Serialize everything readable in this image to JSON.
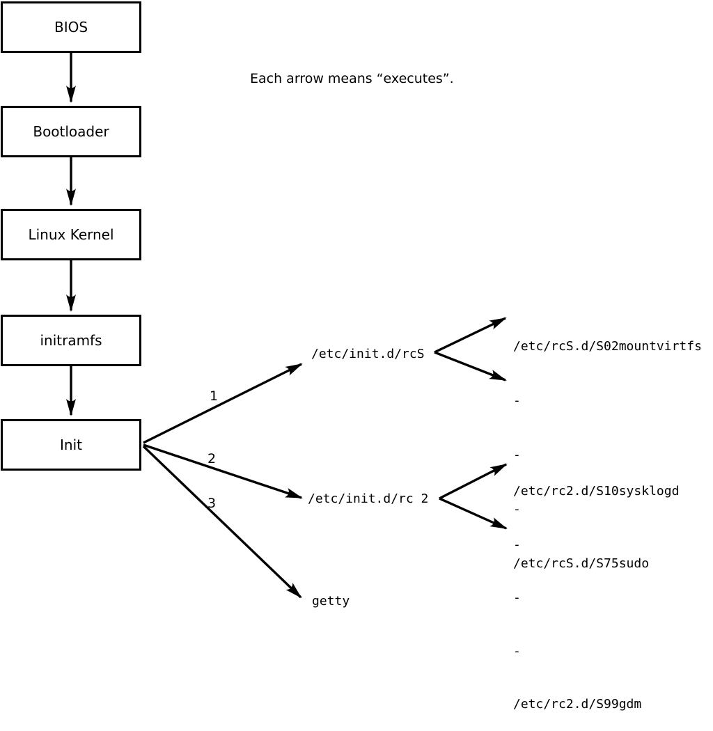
{
  "note": "Each arrow means “executes”.",
  "chain": [
    "BIOS",
    "Bootloader",
    "Linux Kernel",
    "initramfs",
    "Init"
  ],
  "branches": [
    {
      "order": "1",
      "target": "/etc/init.d/rcS",
      "children": [
        "/etc/rcS.d/S02mountvirtfs",
        "-",
        "-",
        "-",
        "/etc/rcS.d/S75sudo"
      ]
    },
    {
      "order": "2",
      "target": "/etc/init.d/rc 2",
      "children": [
        "/etc/rc2.d/S10sysklogd",
        "-",
        "-",
        "-",
        "/etc/rc2.d/S99gdm"
      ]
    },
    {
      "order": "3",
      "target": "getty",
      "children": []
    }
  ],
  "colors": {
    "line": "#000000",
    "box_fill": "#ffffff",
    "background": "#ffffff",
    "text": "#000000"
  }
}
